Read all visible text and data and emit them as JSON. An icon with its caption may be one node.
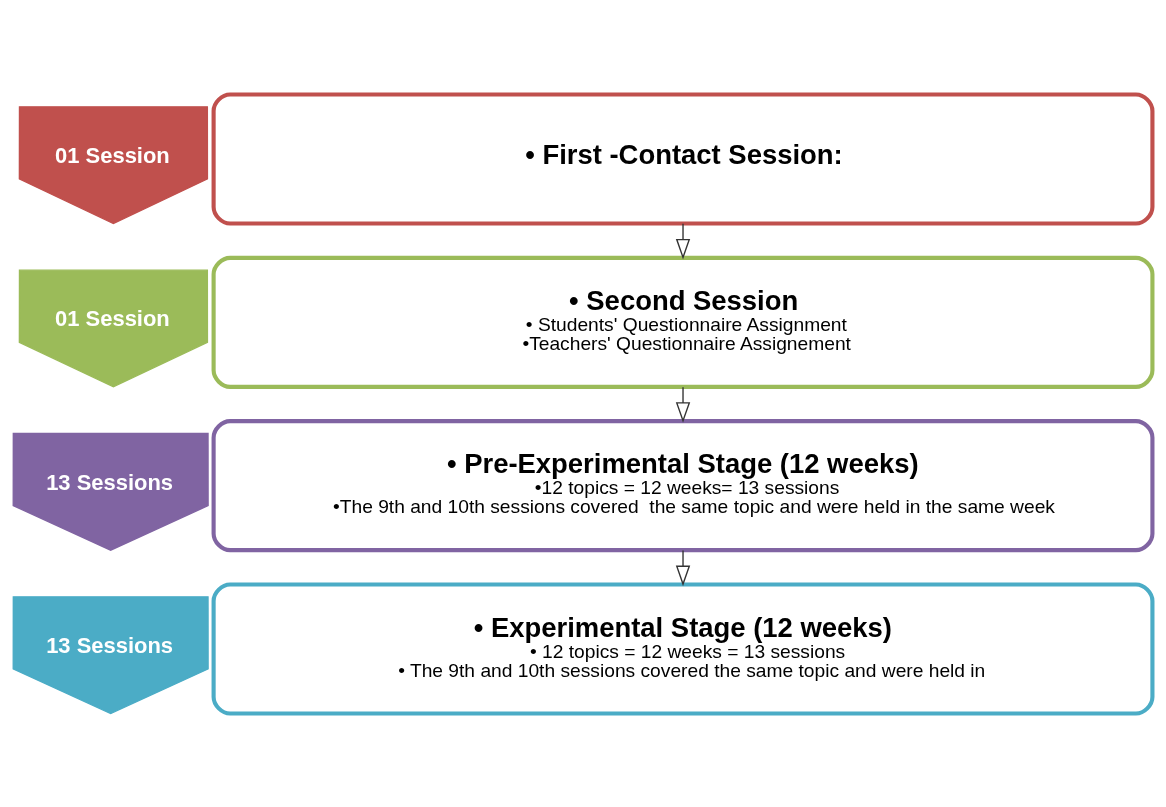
{
  "diagram": {
    "nodes": [
      {
        "text": [
          "01 Session"
        ]
      },
      {
        "text": [
          "• First -Contact Session:"
        ]
      },
      {
        "text": [
          "01 Session"
        ]
      },
      {
        "text": [
          "• Second Session",
          "• Students' Questionnaire Assignment",
          "•Teachers' Questionnaire Assignement"
        ]
      },
      {
        "text": [
          "13 Sessions"
        ]
      },
      {
        "text": [
          "• Pre-Experimental Stage (12 weeks)",
          "•12 topics = 12 weeks= 13 sessions",
          "•The 9th and 10th sessions covered  the same topic and were held in the same week"
        ]
      },
      {
        "text": [
          "13 Sessions"
        ]
      },
      {
        "text": [
          "• Experimental Stage (12 weeks)",
          "• 12 topics = 12 weeks = 13 sessions",
          "• The 9th and 10th sessions covered the same topic and were held in"
        ]
      }
    ],
    "edges": [
      {
        "from": 1,
        "to": 3,
        "arrow": "to"
      },
      {
        "from": 3,
        "to": 5,
        "arrow": "to"
      },
      {
        "from": 5,
        "to": 7,
        "arrow": "to"
      }
    ]
  }
}
